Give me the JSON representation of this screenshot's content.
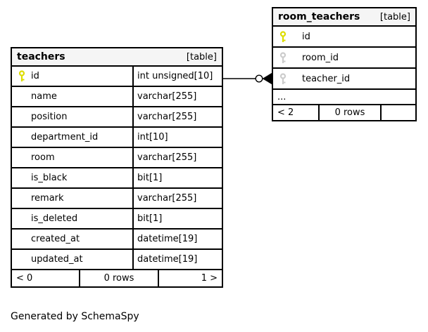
{
  "colors": {
    "border": "#000000",
    "header_bg": "#f5f5f5",
    "row_bg": "#ffffff",
    "pk_key": "#dddd00",
    "fk_key": "#cccccc",
    "page_bg": "#ffffff"
  },
  "diagram": {
    "generator_note": "Generated by SchemaSpy",
    "relationship": {
      "from": "teachers.id",
      "to": "room_teachers.teacher_id",
      "end_style": "zero-or-many (circle + crow's foot)"
    },
    "tables": {
      "teachers": {
        "name": "teachers",
        "tag": "[table]",
        "columns": [
          {
            "name": "id",
            "type": "int unsigned[10]",
            "key": "primary"
          },
          {
            "name": "name",
            "type": "varchar[255]",
            "key": "none"
          },
          {
            "name": "position",
            "type": "varchar[255]",
            "key": "none"
          },
          {
            "name": "department_id",
            "type": "int[10]",
            "key": "none"
          },
          {
            "name": "room",
            "type": "varchar[255]",
            "key": "none"
          },
          {
            "name": "is_black",
            "type": "bit[1]",
            "key": "none"
          },
          {
            "name": "remark",
            "type": "varchar[255]",
            "key": "none"
          },
          {
            "name": "is_deleted",
            "type": "bit[1]",
            "key": "none"
          },
          {
            "name": "created_at",
            "type": "datetime[19]",
            "key": "none"
          },
          {
            "name": "updated_at",
            "type": "datetime[19]",
            "key": "none"
          }
        ],
        "footer": {
          "prev": "< 0",
          "rows": "0 rows",
          "next": "1 >"
        }
      },
      "room_teachers": {
        "name": "room_teachers",
        "tag": "[table]",
        "columns": [
          {
            "name": "id",
            "key": "primary"
          },
          {
            "name": "room_id",
            "key": "foreign"
          },
          {
            "name": "teacher_id",
            "key": "foreign"
          }
        ],
        "ellipsis": "...",
        "footer": {
          "prev": "< 2",
          "rows": "0 rows",
          "next": ""
        }
      }
    }
  }
}
